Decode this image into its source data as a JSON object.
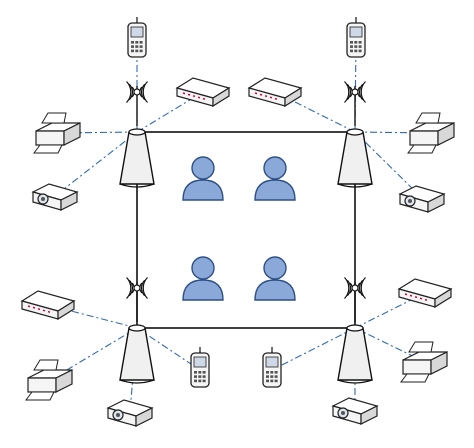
{
  "diagram": {
    "label": "",
    "colors": {
      "background": "#ffffff",
      "square": "#111111",
      "link": "#2f6bb3",
      "person": "#8aa9d8",
      "person_stroke": "#2c4f86",
      "tower": "#f0f0f0",
      "tower_stroke": "#111111",
      "device": "#f5f5f5",
      "device_stroke": "#222222",
      "device_side": "#d8d8d8"
    },
    "towers": [
      {
        "id": "top-left"
      },
      {
        "id": "top-right"
      },
      {
        "id": "bottom-left"
      },
      {
        "id": "bottom-right"
      }
    ],
    "people": [
      {
        "id": "user-1"
      },
      {
        "id": "user-2"
      },
      {
        "id": "user-3"
      },
      {
        "id": "user-4"
      }
    ],
    "devices": [
      {
        "type": "mobile-phone",
        "tower": "top-left"
      },
      {
        "type": "router",
        "tower": "top-left"
      },
      {
        "type": "printer",
        "tower": "top-left"
      },
      {
        "type": "projector",
        "tower": "top-left"
      },
      {
        "type": "mobile-phone",
        "tower": "top-right"
      },
      {
        "type": "router",
        "tower": "top-right"
      },
      {
        "type": "printer",
        "tower": "top-right"
      },
      {
        "type": "projector",
        "tower": "top-right"
      },
      {
        "type": "router",
        "tower": "bottom-left"
      },
      {
        "type": "printer",
        "tower": "bottom-left"
      },
      {
        "type": "projector",
        "tower": "bottom-left"
      },
      {
        "type": "mobile-phone",
        "tower": "bottom-left"
      },
      {
        "type": "router",
        "tower": "bottom-right"
      },
      {
        "type": "printer",
        "tower": "bottom-right"
      },
      {
        "type": "projector",
        "tower": "bottom-right"
      },
      {
        "type": "mobile-phone",
        "tower": "bottom-right"
      }
    ]
  }
}
